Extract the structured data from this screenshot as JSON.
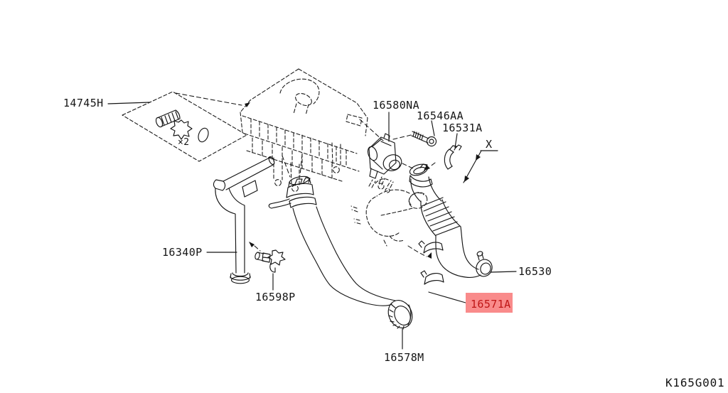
{
  "diagram": {
    "drawing_code": "K165G001",
    "quantity_note": "×2",
    "clamp_position_mark": "X",
    "highlighted_part": "16571A",
    "parts": {
      "p14745H": "14745H",
      "p16580NA": "16580NA",
      "p16546AA": "16546AA",
      "p16531A": "16531A",
      "p16340P": "16340P",
      "p16598P": "16598P",
      "p16530": "16530",
      "p16571A": "16571A",
      "p16578M": "16578M"
    },
    "colors": {
      "line": "#151515",
      "background": "#ffffff",
      "highlight_bg": "#f98b8b",
      "highlight_text": "#bf1616"
    }
  }
}
